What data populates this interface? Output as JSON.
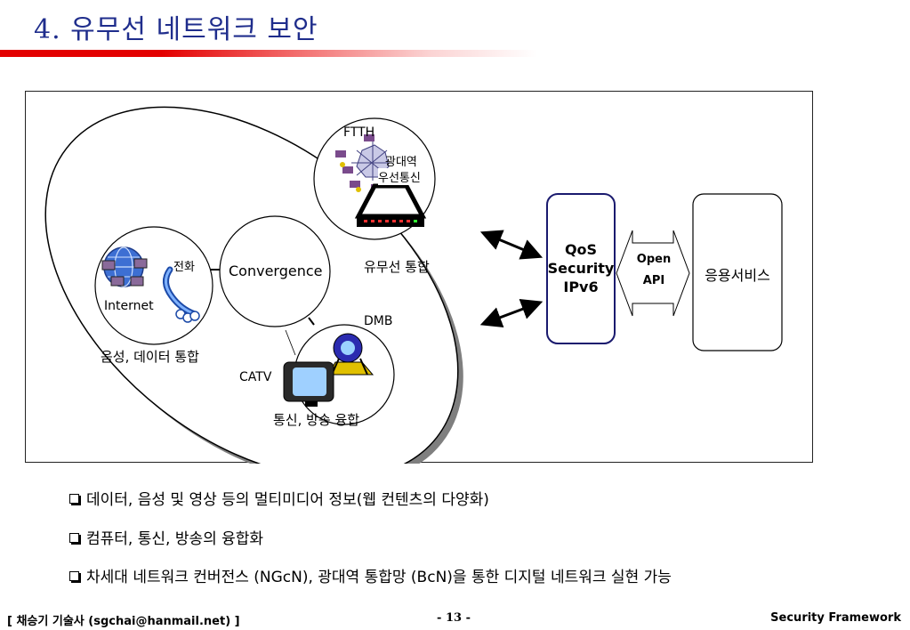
{
  "title": "4. 유무선 네트워크 보안",
  "diagram": {
    "ftth": "FTTH",
    "broadband_wireless_1": "광대역",
    "broadband_wireless_2": "우선통신",
    "wired_wireless_integration": "유무선 통합",
    "telephone": "전화",
    "internet": "Internet",
    "convergence": "Convergence",
    "dmb": "DMB",
    "catv": "CATV",
    "voice_data_integration": "음성, 데이터 통합",
    "telecom_broadcast_convergence": "통신, 방송 융합",
    "qos_lines": [
      "QoS",
      "Security",
      "IPv6"
    ],
    "open_api_lines": [
      "Open",
      "API"
    ],
    "application_service": "응용서비스"
  },
  "bullets": [
    "데이터, 음성 및 영상 등의 멀티미디어 정보(웹 컨텐츠의 다양화)",
    "컴퓨터, 통신, 방송의 융합화",
    "차세대 네트워크 컨버전스 (NGcN), 광대역 통합망 (BcN)을 통한 디지털  네트워크 실현 가능"
  ],
  "footer": {
    "author": "[ 채승기 기술사 (sgchai@hanmail.net) ]",
    "page": "- 13 -",
    "section": "Security Framework"
  },
  "colors": {
    "title": "#1f2d8c",
    "title_bar": "#e30000",
    "box_border": "#1a1a6e"
  }
}
